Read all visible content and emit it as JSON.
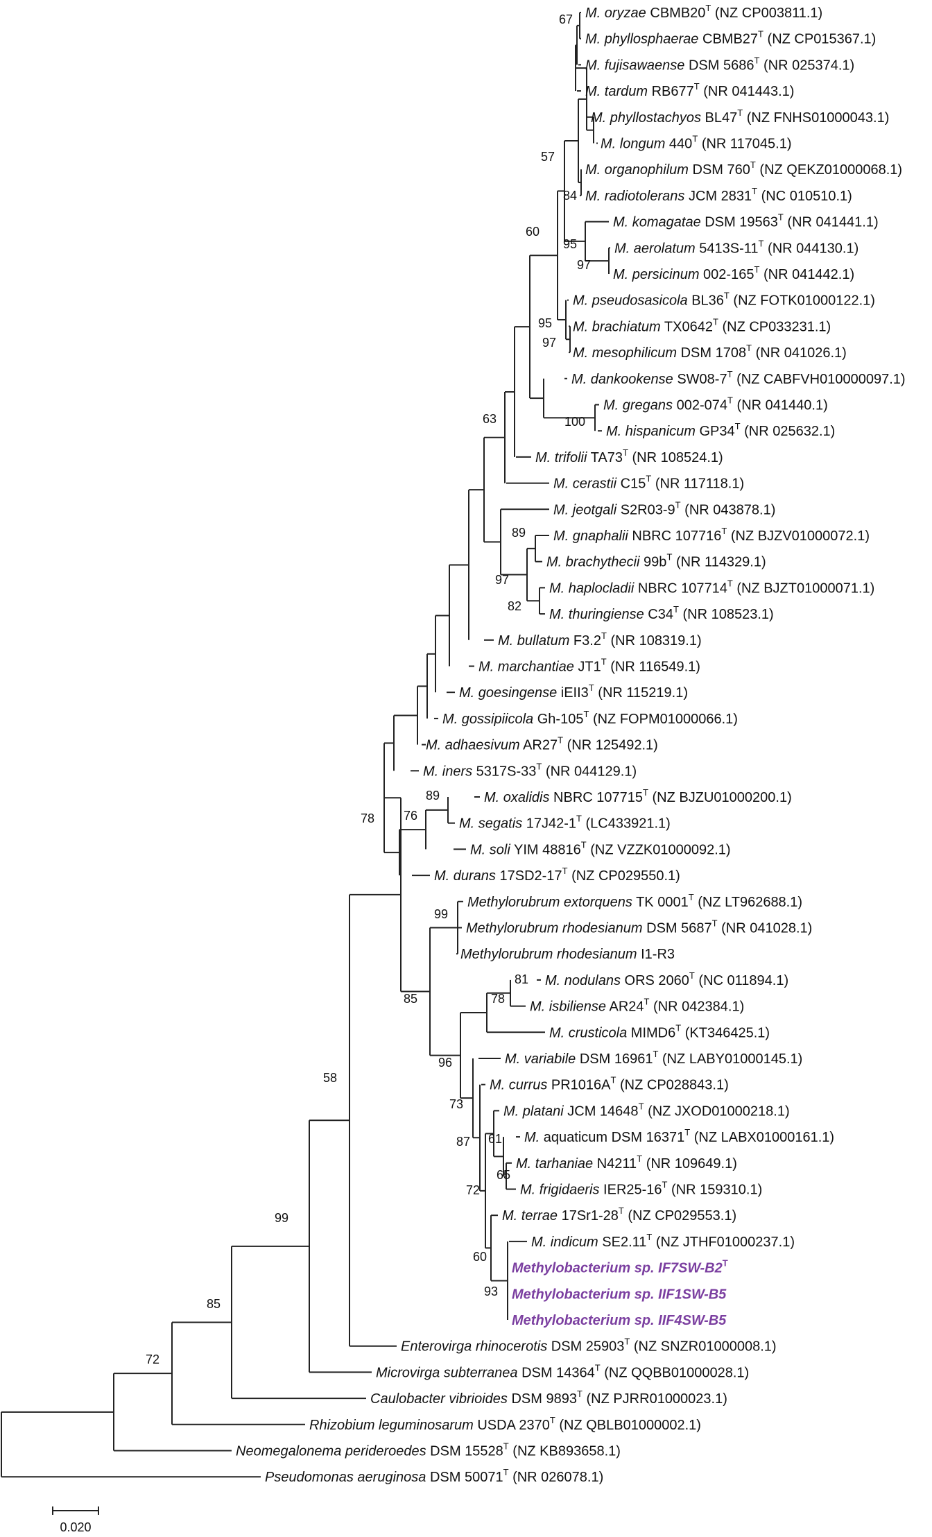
{
  "figure": {
    "scale_bar_label": "0.020",
    "highlight_color": "#7b3fa0"
  },
  "taxa": [
    {
      "sp": "M. oryzae",
      "rest": " CBMB20",
      "sup": "T",
      "acc": " (NZ CP003811.1)"
    },
    {
      "sp": "M. phyllosphaerae",
      "rest": " CBMB27",
      "sup": "T",
      "acc": " (NZ CP015367.1)"
    },
    {
      "sp": "M. fujisawaense",
      "rest": " DSM 5686",
      "sup": "T",
      "acc": " (NR 025374.1)"
    },
    {
      "sp": "M. tardum",
      "rest": " RB677",
      "sup": "T",
      "acc": " (NR 041443.1)"
    },
    {
      "sp": "M. phyllostachyos",
      "rest": " BL47",
      "sup": "T",
      "acc": " (NZ FNHS01000043.1)"
    },
    {
      "sp": "M. longum",
      "rest": " 440",
      "sup": "T",
      "acc": " (NR 117045.1)"
    },
    {
      "sp": "M. organophilum",
      "rest": " DSM 760",
      "sup": "T",
      "acc": " (NZ QEKZ01000068.1)"
    },
    {
      "sp": "M. radiotolerans",
      "rest": " JCM 2831",
      "sup": "T",
      "acc": " (NC 010510.1)"
    },
    {
      "sp": "M. komagatae",
      "rest": " DSM 19563",
      "sup": "T",
      "acc": " (NR 041441.1)"
    },
    {
      "sp": "M. aerolatum",
      "rest": " 5413S-11",
      "sup": "T",
      "acc": " (NR 044130.1)"
    },
    {
      "sp": "M. persicinum",
      "rest": " 002-165",
      "sup": "T",
      "acc": " (NR 041442.1)"
    },
    {
      "sp": "M. pseudosasicola",
      "rest": " BL36",
      "sup": "T",
      "acc": " (NZ FOTK01000122.1)"
    },
    {
      "sp": "M. brachiatum",
      "rest": " TX0642",
      "sup": "T",
      "acc": " (NZ CP033231.1)"
    },
    {
      "sp": "M. mesophilicum",
      "rest": " DSM 1708",
      "sup": "T",
      "acc": " (NR 041026.1)"
    },
    {
      "sp": "M. dankookense",
      "rest": " SW08-7",
      "sup": "T",
      "acc": " (NZ CABFVH010000097.1)"
    },
    {
      "sp": "M. gregans",
      "rest": " 002-074",
      "sup": "T",
      "acc": " (NR 041440.1)"
    },
    {
      "sp": "M. hispanicum",
      "rest": " GP34",
      "sup": "T",
      "acc": " (NR 025632.1)"
    },
    {
      "sp": "M. trifolii",
      "rest": " TA73",
      "sup": "T",
      "acc": " (NR 108524.1)"
    },
    {
      "sp": "M. cerastii",
      "rest": " C15",
      "sup": "T",
      "acc": " (NR 117118.1)"
    },
    {
      "sp": "M. jeotgali",
      "rest": " S2R03-9",
      "sup": "T",
      "acc": " (NR 043878.1)"
    },
    {
      "sp": "M. gnaphalii",
      "rest": " NBRC 107716",
      "sup": "T",
      "acc": " (NZ BJZV01000072.1)"
    },
    {
      "sp": "M. brachythecii",
      "rest": " 99b",
      "sup": "T",
      "acc": " (NR 114329.1)"
    },
    {
      "sp": "M. haplocladii",
      "rest": " NBRC 107714",
      "sup": "T",
      "acc": " (NZ BJZT01000071.1)"
    },
    {
      "sp": "M. thuringiense",
      "rest": " C34",
      "sup": "T",
      "acc": " (NR 108523.1)"
    },
    {
      "sp": "M. bullatum",
      "rest": " F3.2",
      "sup": "T",
      "acc": " (NR 108319.1)"
    },
    {
      "sp": "M. marchantiae",
      "rest": " JT1",
      "sup": "T",
      "acc": " (NR 116549.1)"
    },
    {
      "sp": "M. goesingense",
      "rest": " iEII3",
      "sup": "T",
      "acc": " (NR 115219.1)"
    },
    {
      "sp": "M. gossipiicola",
      "rest": " Gh-105",
      "sup": "T",
      "acc": " (NZ FOPM01000066.1)"
    },
    {
      "sp": "M. adhaesivum",
      "rest": " AR27",
      "sup": "T",
      "acc": " (NR 125492.1)"
    },
    {
      "sp": "M. iners",
      "rest": " 5317S-33",
      "sup": "T",
      "acc": " (NR 044129.1)"
    },
    {
      "sp": "M. oxalidis",
      "rest": " NBRC 107715",
      "sup": "T",
      "acc": " (NZ BJZU01000200.1)"
    },
    {
      "sp": "M. segatis",
      "rest": " 17J42-1",
      "sup": "T",
      "acc": " (LC433921.1)"
    },
    {
      "sp": "M. soli",
      "rest": " YIM 48816",
      "sup": "T",
      "acc": " (NZ VZZK01000092.1)"
    },
    {
      "sp": "M. durans",
      "rest": " 17SD2-17",
      "sup": "T",
      "acc": " (NZ CP029550.1)"
    },
    {
      "sp": "Methylorubrum extorquens",
      "rest": " TK 0001",
      "sup": "T",
      "acc": " (NZ LT962688.1)"
    },
    {
      "sp": "Methylorubrum rhodesianum",
      "rest": " DSM 5687",
      "sup": "T",
      "acc": " (NR 041028.1)"
    },
    {
      "sp": "Methylorubrum rhodesianum",
      "rest": " I1-R3",
      "sup": "",
      "acc": ""
    },
    {
      "sp": "M. nodulans",
      "rest": " ORS 2060",
      "sup": "T",
      "acc": " (NC 011894.1)"
    },
    {
      "sp": "M. isbiliense",
      "rest": " AR24",
      "sup": "T",
      "acc": " (NR 042384.1)"
    },
    {
      "sp": "M. crusticola",
      "rest": " MIMD6",
      "sup": "T",
      "acc": " (KT346425.1)"
    },
    {
      "sp": "M. variabile",
      "rest": " DSM 16961",
      "sup": "T",
      "acc": " (NZ LABY01000145.1)"
    },
    {
      "sp": "M. currus",
      "rest": " PR1016A",
      "sup": "T",
      "acc": " (NZ CP028843.1)"
    },
    {
      "sp": "M. platani",
      "rest": " JCM 14648",
      "sup": "T",
      "acc": " (NZ JXOD01000218.1)"
    },
    {
      "sp": "M.",
      "rest": " aquaticum DSM 16371",
      "sup": "T",
      "acc": " (NZ LABX01000161.1)"
    },
    {
      "sp": "M. tarhaniae",
      "rest": " N4211",
      "sup": "T",
      "acc": " (NR 109649.1)"
    },
    {
      "sp": "M. frigidaeris",
      "rest": " IER25-16",
      "sup": "T",
      "acc": " (NR 159310.1)"
    },
    {
      "sp": "M. terrae",
      "rest": " 17Sr1-28",
      "sup": "T",
      "acc": " (NZ CP029553.1)"
    },
    {
      "sp": "M. indicum",
      "rest": " SE2.11",
      "sup": "T",
      "acc": " (NZ JTHF01000237.1)"
    },
    {
      "sp": "Methylobacterium sp. IF7SW-B2",
      "rest": "",
      "sup": "T",
      "acc": "",
      "highlight": true
    },
    {
      "sp": "Methylobacterium sp. IIF1SW-B5",
      "rest": "",
      "sup": "",
      "acc": "",
      "highlight": true
    },
    {
      "sp": "Methylobacterium sp. IIF4SW-B5",
      "rest": "",
      "sup": "",
      "acc": "",
      "highlight": true
    },
    {
      "sp": "Enterovirga rhinocerotis",
      "rest": " DSM 25903",
      "sup": "T",
      "acc": " (NZ SNZR01000008.1)"
    },
    {
      "sp": "Microvirga subterranea",
      "rest": " DSM 14364",
      "sup": "T",
      "acc": " (NZ QQBB01000028.1)"
    },
    {
      "sp": "Caulobacter vibrioides",
      "rest": " DSM 9893",
      "sup": "T",
      "acc": " (NZ PJRR01000023.1)"
    },
    {
      "sp": "Rhizobium leguminosarum",
      "rest": " USDA 2370",
      "sup": "T",
      "acc": " (NZ QBLB01000002.1)"
    },
    {
      "sp": "Neomegalonema perideroedes",
      "rest": " DSM 15528",
      "sup": "T",
      "acc": " (NZ KB893658.1)"
    },
    {
      "sp": "Pseudomonas aeruginosa",
      "rest": " DSM 50071",
      "sup": "T",
      "acc": " (NR 026078.1)"
    }
  ],
  "bootstrap_values": [
    "67",
    "57",
    "84",
    "60",
    "95",
    "97",
    "95",
    "97",
    "100",
    "63",
    "89",
    "97",
    "82",
    "89",
    "76",
    "78",
    "99",
    "81",
    "78",
    "85",
    "96",
    "73",
    "61",
    "87",
    "65",
    "72",
    "60",
    "93",
    "58",
    "99",
    "85",
    "72"
  ]
}
